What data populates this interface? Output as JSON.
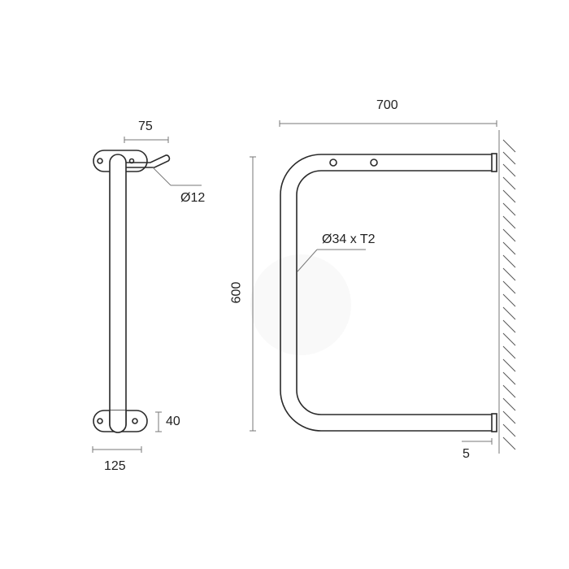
{
  "drawing": {
    "title": "",
    "colors": {
      "line": "#2a2a2a",
      "dim": "#777777",
      "text": "#222222",
      "background": "#ffffff"
    },
    "side_view": {
      "dim_top": "75",
      "dim_pipe": "Ø12",
      "dim_right": "40",
      "dim_bottom": "125"
    },
    "front_view": {
      "dim_width": "700",
      "dim_height": "600",
      "dim_tube": "Ø34 x T2",
      "dim_offset": "5"
    }
  }
}
